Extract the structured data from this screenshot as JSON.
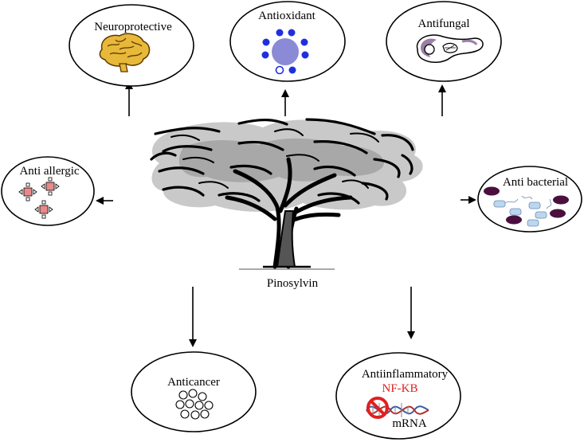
{
  "center": {
    "label": "Pinosylvin"
  },
  "effects": {
    "neuroprotective": "Neuroprotective",
    "antioxidant": "Antioxidant",
    "antifungal": "Antifungal",
    "anti_allergic": "Anti allergic",
    "anti_bacterial": "Anti bacterial",
    "anticancer": "Anticancer",
    "antiinflammatory": "Antiinflammatory"
  },
  "inflammation_detail": {
    "nfkb": "NF-KB",
    "mrna": "mRNA"
  },
  "icons": {
    "brain": "brain-icon",
    "antioxidant": "radical-scavenging-icon",
    "fungal": "fungal-cell-icon",
    "allergen": "allergen-cell-icon",
    "bacteria": "bacteria-icon",
    "cancer": "cancer-cells-icon",
    "dna": "dna-strand-icon",
    "prohibition": "prohibition-icon"
  },
  "colors": {
    "antioxidant_dots": "#1f2fe0",
    "antioxidant_core": "#8a8ad6",
    "nfkb": "#e02020",
    "fungal_accent": "#9b7fa6",
    "bacteria_dark": "#4a0f3f",
    "bacteria_light": "#bcd6f0",
    "allergen": "#e88a8a"
  }
}
